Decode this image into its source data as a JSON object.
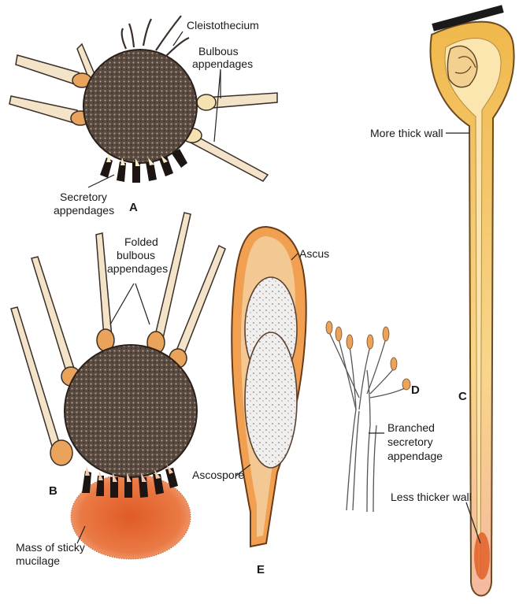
{
  "labels": {
    "cleistothecium": "Cleistothecium",
    "bulbous_1": "Bulbous",
    "bulbous_2": "appendages",
    "secretory_1": "Secretory",
    "secretory_2": "appendages",
    "folded_1": "Folded",
    "folded_2": "bulbous",
    "folded_3": "appendages",
    "ascus": "Ascus",
    "ascospore": "Ascospore",
    "branched_1": "Branched",
    "branched_2": "secretory",
    "branched_3": "appendage",
    "thick_wall": "More thick wall",
    "thinner_wall": "Less thicker wall",
    "mucilage_1": "Mass of sticky",
    "mucilage_2": "mucilage"
  },
  "figure_letters": {
    "a": "A",
    "b": "B",
    "c": "C",
    "d": "D",
    "e": "E"
  },
  "colors": {
    "body_dark": "#4a3b33",
    "bulb": "#e9a35a",
    "wall": "#f0c060",
    "mucilage": "#e0602a",
    "ascus": "#f29a45"
  }
}
